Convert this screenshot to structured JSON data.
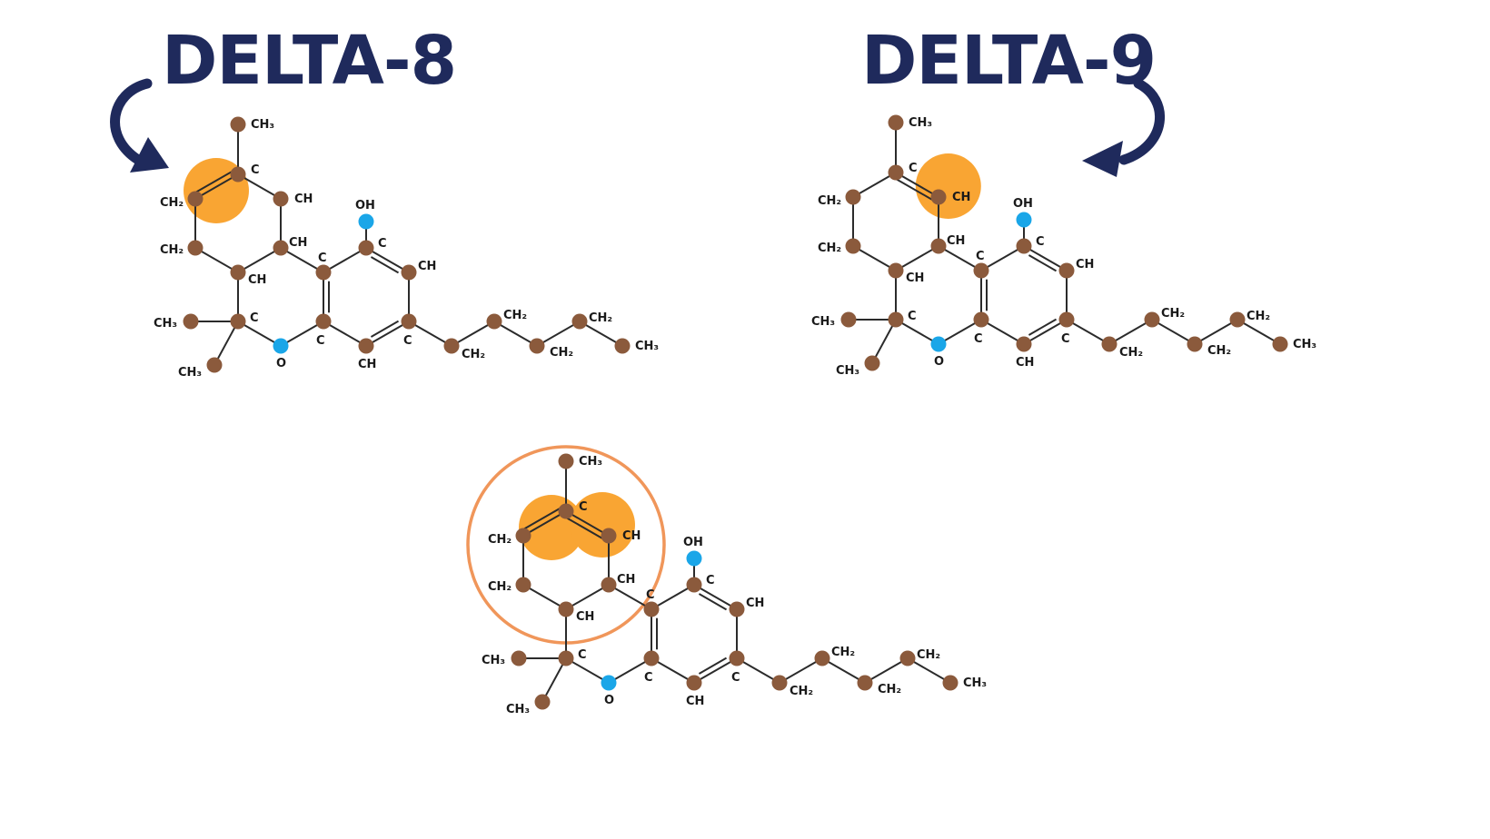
{
  "colors": {
    "title": "#1f2a5c",
    "arrow": "#1f2a5c",
    "atom": "#8b5a3c",
    "oxygen": "#1aa6e8",
    "bond": "#2b2b2b",
    "highlight": "#f9a533",
    "ring": "#f0965a",
    "label": "#1a1a1a"
  },
  "icons": [
    "curved-arrow-icon"
  ],
  "titles": {
    "delta8": "DELTA-8",
    "delta9": "DELTA-9"
  },
  "atom_labels": {
    "ch3": "CH₃",
    "ch2": "CH₂",
    "ch": "CH",
    "c": "C",
    "o": "O",
    "oh": "OH"
  },
  "molecules": [
    {
      "id": "delta8",
      "highlights": [
        "c10"
      ]
    },
    {
      "id": "delta9",
      "highlights": [
        "c9"
      ]
    },
    {
      "id": "combined",
      "highlights": [
        "c10",
        "c9"
      ]
    }
  ]
}
